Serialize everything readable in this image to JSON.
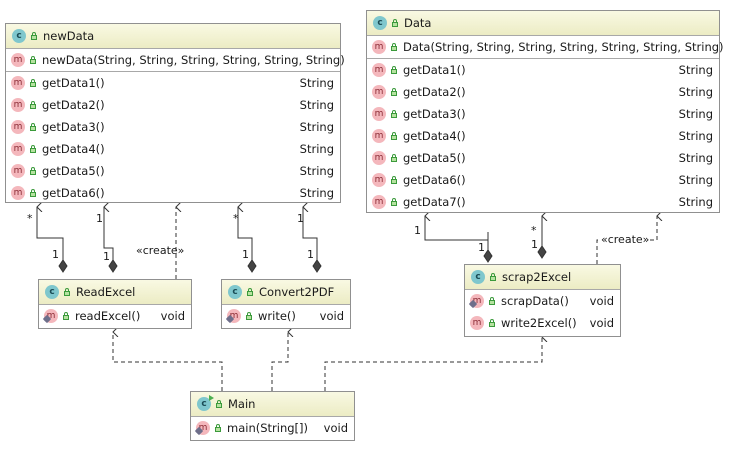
{
  "classes": {
    "newData": {
      "name": "newData",
      "constructor": "newData(String, String, String, String, String, String)",
      "methods": [
        {
          "name": "getData1()",
          "type": "String"
        },
        {
          "name": "getData2()",
          "type": "String"
        },
        {
          "name": "getData3()",
          "type": "String"
        },
        {
          "name": "getData4()",
          "type": "String"
        },
        {
          "name": "getData5()",
          "type": "String"
        },
        {
          "name": "getData6()",
          "type": "String"
        }
      ]
    },
    "data": {
      "name": "Data",
      "constructor": "Data(String, String, String, String, String, String, String)",
      "methods": [
        {
          "name": "getData1()",
          "type": "String"
        },
        {
          "name": "getData2()",
          "type": "String"
        },
        {
          "name": "getData3()",
          "type": "String"
        },
        {
          "name": "getData4()",
          "type": "String"
        },
        {
          "name": "getData5()",
          "type": "String"
        },
        {
          "name": "getData6()",
          "type": "String"
        },
        {
          "name": "getData7()",
          "type": "String"
        }
      ]
    },
    "readExcel": {
      "name": "ReadExcel",
      "methods": [
        {
          "name": "readExcel()",
          "type": "void"
        }
      ]
    },
    "convert2pdf": {
      "name": "Convert2PDF",
      "methods": [
        {
          "name": "write()",
          "type": "void"
        }
      ]
    },
    "scrap2excel": {
      "name": "scrap2Excel",
      "methods": [
        {
          "name": "scrapData()",
          "type": "void"
        },
        {
          "name": "write2Excel()",
          "type": "void"
        }
      ]
    },
    "main": {
      "name": "Main",
      "methods": [
        {
          "name": "main(String[])",
          "type": "void"
        }
      ]
    }
  },
  "icons": {
    "class_letter": "c",
    "method_letter": "m"
  },
  "labels": {
    "star": "*",
    "one": "1",
    "create": "«create»"
  },
  "colors": {
    "header": "#ececc4",
    "class_icon": "#7fc7cd",
    "method_icon": "#f4b7bc",
    "line": "#333333"
  }
}
